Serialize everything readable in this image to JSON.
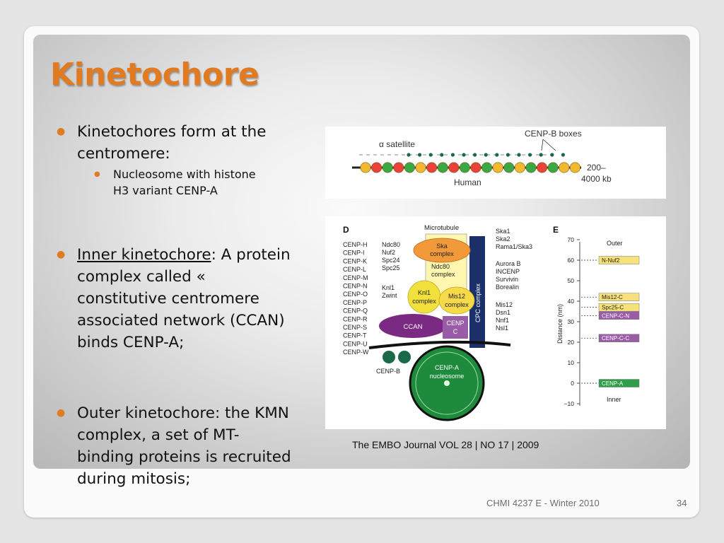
{
  "title": "Kinetochore",
  "bullets": [
    {
      "text": "Kinetochores form at the centromere:"
    },
    {
      "prefix": "Inner kinetochore",
      "text": ": A protein complex called « constitutive centromere associated network (CCAN) binds CENP-A;"
    },
    {
      "text": "Outer kinetochore: the KMN complex, a set of MT-binding proteins is recruited during mitosis;"
    }
  ],
  "sub_bullet": "Nucleosome with histone H3 variant CENP-A",
  "figure_top": {
    "alpha_satellite": "α satellite",
    "cenp_b_boxes": "CENP-B boxes",
    "human": "Human",
    "size_line1": "200–",
    "size_line2": "4000 kb"
  },
  "figure_bottom": {
    "panel_d": "D",
    "panel_e": "E",
    "microtubule": "Microtubule",
    "ccan_list": [
      "CENP-H",
      "CENP-I",
      "CENP-K",
      "CENP-L",
      "CENP-M",
      "CENP-N",
      "CENP-O",
      "CENP-P",
      "CENP-Q",
      "CENP-R",
      "CENP-S",
      "CENP-T",
      "CENP-U",
      "CENP-W"
    ],
    "ndc80_list": [
      "Ndc80",
      "Nuf2",
      "Spc24",
      "Spc25"
    ],
    "knl1_list": [
      "Knl1",
      "Zwint"
    ],
    "ska_list": [
      "Ska1",
      "Ska2",
      "Rama1/Ska3"
    ],
    "cpc_list": [
      "Aurora B",
      "INCENP",
      "Survivin",
      "Borealin"
    ],
    "mis12_list": [
      "Mis12",
      "Dsn1",
      "Nnf1",
      "Nsl1"
    ],
    "ska_complex": [
      "Ska",
      "complex"
    ],
    "ndc80_complex": [
      "Ndc80",
      "complex"
    ],
    "knl1_complex": [
      "Knl1",
      "complex"
    ],
    "mis12_complex": [
      "Mis12",
      "complex"
    ],
    "cpc_complex": "CPC complex",
    "ccan": "CCAN",
    "cenp_c": [
      "CENP",
      "C"
    ],
    "cenp_b": "CENP-B",
    "cenp_a_nucleosome": [
      "CENP-A",
      "nucleosome"
    ],
    "axis_label": "Distance (nm)",
    "ticks": [
      "70",
      "60",
      "50",
      "40",
      "30",
      "20",
      "10",
      "0",
      "−10"
    ],
    "outer": "Outer",
    "inner": "Inner",
    "distance_labels": [
      {
        "name": "N-Nuf2",
        "nm": 60,
        "color": "#f7e17a"
      },
      {
        "name": "Mis12-C",
        "nm": 42,
        "color": "#f7e17a"
      },
      {
        "name": "Spc25-C",
        "nm": 37,
        "color": "#f7e17a"
      },
      {
        "name": "CENP-C-N",
        "nm": 33,
        "color": "#9a5ca6"
      },
      {
        "name": "CENP-C-C",
        "nm": 22,
        "color": "#9a5ca6"
      },
      {
        "name": "CENP-A",
        "nm": 0,
        "color": "#2f9e48"
      }
    ]
  },
  "caption": "The EMBO Journal VOL 28 | NO 17 | 2009",
  "footer": "CHMI 4237 E - Winter 2010",
  "page_number": "34",
  "colors": {
    "accent": "#e07b22",
    "ska": "#f29a3a",
    "knl1": "#f2e13c",
    "ccan": "#7a2a82",
    "cpc": "#1b2f6b",
    "cenp_a": "#1e8a3c"
  }
}
